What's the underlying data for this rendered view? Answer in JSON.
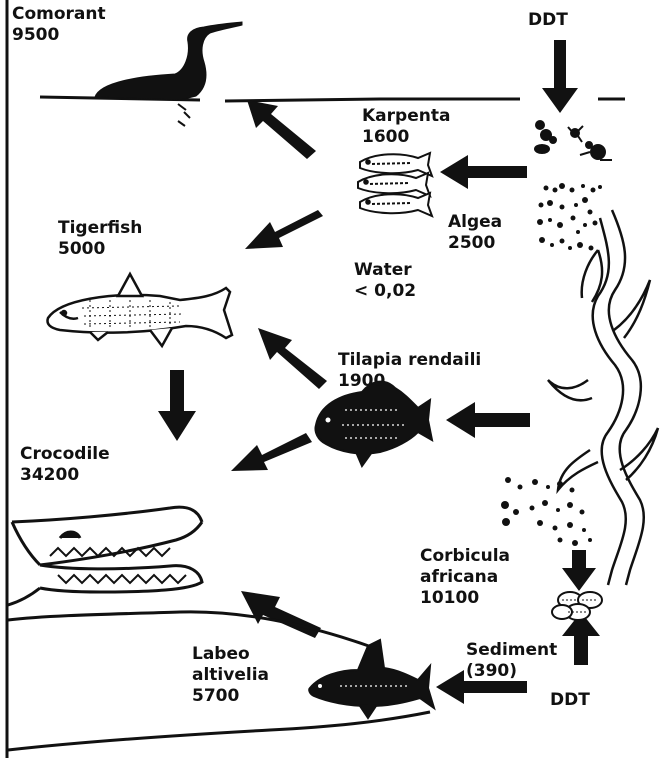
{
  "diagram": {
    "colors": {
      "ink": "#111111",
      "background": "#ffffff"
    },
    "organisms": [
      {
        "id": "comorant",
        "name": "Comorant",
        "value": "9500",
        "icon": "cormorant-bird"
      },
      {
        "id": "karpenta",
        "name": "Karpenta",
        "value": "1600",
        "icon": "small-fish-school"
      },
      {
        "id": "algea",
        "name": "Algea",
        "value": "2500",
        "icon": "algae-dots"
      },
      {
        "id": "tigerfish",
        "name": "Tigerfish",
        "value": "5000",
        "icon": "tigerfish"
      },
      {
        "id": "water",
        "name": "Water",
        "value": "< 0,02",
        "icon": "water-surface"
      },
      {
        "id": "tilapia",
        "name": "Tilapia rendaili",
        "value": "1900",
        "icon": "tilapia-fish"
      },
      {
        "id": "crocodile",
        "name": "Crocodile",
        "value": "34200",
        "icon": "crocodile-head"
      },
      {
        "id": "corbicula",
        "name_lines": [
          "Corbicula",
          "africana"
        ],
        "value": "10100",
        "icon": "clam-cluster"
      },
      {
        "id": "sediment",
        "name": "Sediment",
        "value": "(390)",
        "icon": "sediment-bed"
      },
      {
        "id": "labeo",
        "name_lines": [
          "Labeo",
          "altivelia"
        ],
        "value": "5700",
        "icon": "labeo-fish"
      }
    ],
    "sources": [
      {
        "id": "ddt-top",
        "label": "DDT"
      },
      {
        "id": "ddt-bottom",
        "label": "DDT"
      }
    ],
    "flows": [
      {
        "from": "ddt-top",
        "to": "water"
      },
      {
        "from": "algea",
        "to": "karpenta"
      },
      {
        "from": "karpenta",
        "to": "comorant"
      },
      {
        "from": "karpenta",
        "to": "tigerfish"
      },
      {
        "from": "tigerfish",
        "to": "crocodile"
      },
      {
        "from": "tilapia",
        "to": "tigerfish"
      },
      {
        "from": "water",
        "to": "tilapia"
      },
      {
        "from": "tilapia",
        "to": "crocodile"
      },
      {
        "from": "water",
        "to": "corbicula"
      },
      {
        "from": "ddt-bottom",
        "to": "sediment"
      },
      {
        "from": "sediment",
        "to": "labeo"
      },
      {
        "from": "labeo",
        "to": "crocodile"
      }
    ]
  }
}
